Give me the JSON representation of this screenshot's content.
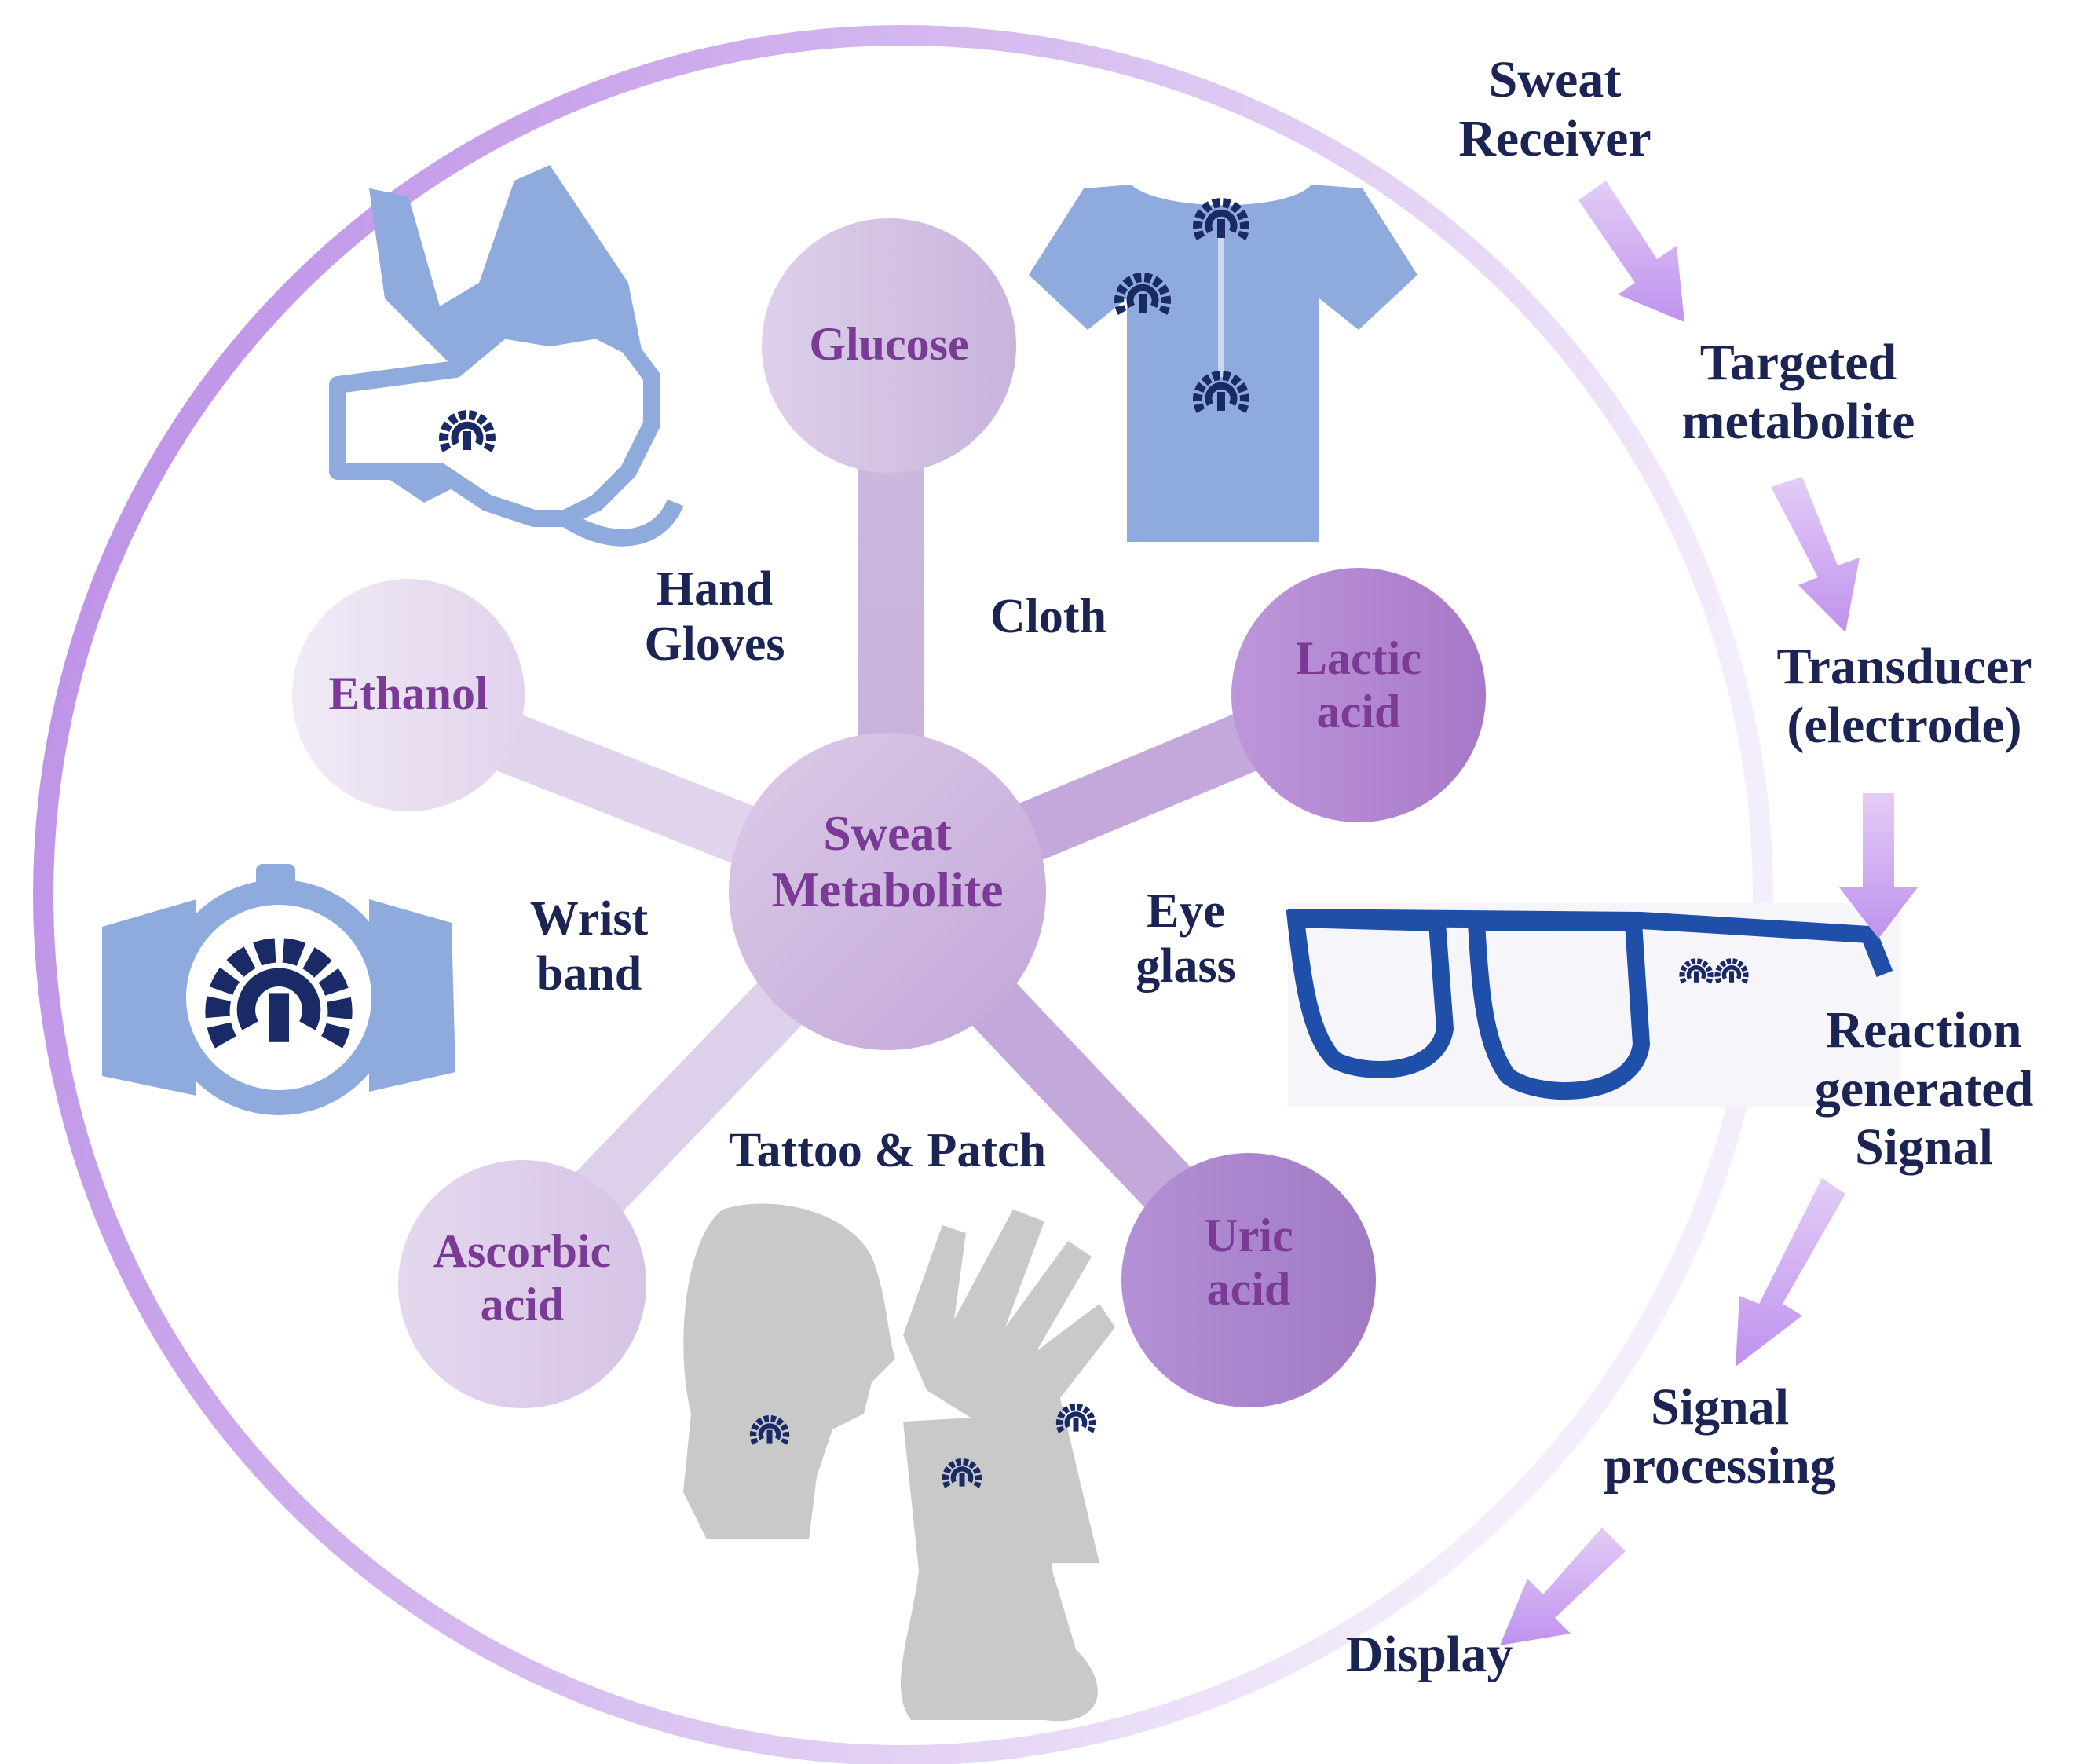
{
  "center": {
    "line1": "Sweat",
    "line2": "Metabolite"
  },
  "metabolites": {
    "glucose": {
      "line1": "Glucose",
      "line2": ""
    },
    "ethanol": {
      "line1": "Ethanol",
      "line2": ""
    },
    "lactic": {
      "line1": "Lactic",
      "line2": "acid"
    },
    "ascorbic": {
      "line1": "Ascorbic",
      "line2": "acid"
    },
    "uric": {
      "line1": "Uric",
      "line2": "acid"
    }
  },
  "devices": {
    "gloves": {
      "line1": "Hand",
      "line2": "Gloves"
    },
    "cloth": {
      "line1": "Cloth",
      "line2": ""
    },
    "wristband": {
      "line1": "Wrist",
      "line2": "band"
    },
    "eyeglass": {
      "line1": "Eye",
      "line2": "glass"
    },
    "tattoo": {
      "line1": "Tattoo & Patch",
      "line2": ""
    }
  },
  "process_steps": [
    {
      "line1": "Sweat",
      "line2": "Receiver",
      "line3": ""
    },
    {
      "line1": "Targeted",
      "line2": "metabolite",
      "line3": ""
    },
    {
      "line1": "Transducer",
      "line2": "(electrode)",
      "line3": ""
    },
    {
      "line1": "Reaction",
      "line2": "generated",
      "line3": "Signal"
    },
    {
      "line1": "Signal",
      "line2": "processing",
      "line3": ""
    },
    {
      "line1": "Display",
      "line2": "",
      "line3": ""
    }
  ],
  "colors": {
    "ring": "#c9a6e8",
    "text_dark": "#1c2454",
    "text_purple": "#7b3a96",
    "device_blue": "#8faadc",
    "sensor_navy": "#1a2a66",
    "glasses_blue": "#1f4fa8",
    "skin_gray": "#c9c9c9",
    "arrow": "#c9a0f0"
  },
  "icons": [
    "hand-gloves-icon",
    "t-shirt-icon",
    "wristwatch-icon",
    "eyeglasses-icon",
    "head-silhouette-icon",
    "hand-silhouette-icon",
    "foot-silhouette-icon",
    "sensor-icon"
  ]
}
